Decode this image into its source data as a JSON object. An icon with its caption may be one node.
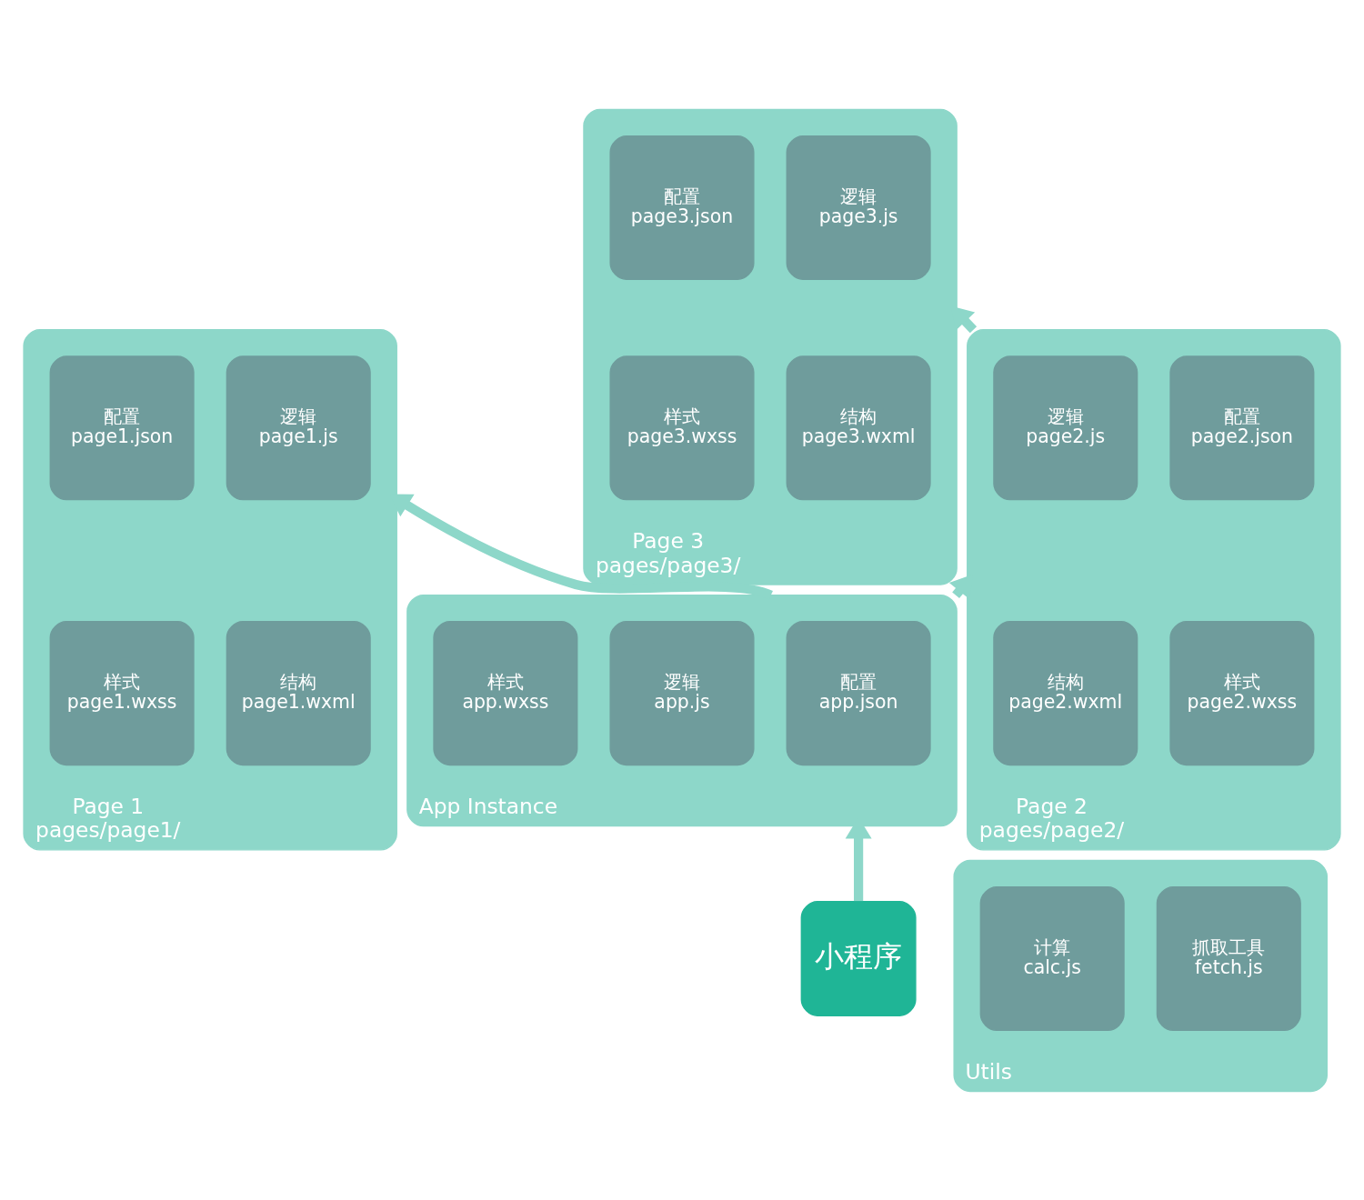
{
  "diagram": {
    "nodes": [
      {
        "text": [
          "Page 1",
          "pages/page1/"
        ]
      },
      {
        "text": [
          "逻辑",
          "page1.js"
        ],
        "in": 0
      },
      {
        "text": [
          "配置",
          "page1.json"
        ],
        "in": 0
      },
      {
        "text": [
          "结构",
          "page1.wxml"
        ],
        "in": 0
      },
      {
        "text": [
          "样式",
          "page1.wxss"
        ],
        "in": 0
      },
      {
        "text": [
          "Page 2",
          "pages/page2/"
        ]
      },
      {
        "text": [
          "逻辑",
          "page2.js"
        ],
        "in": 5
      },
      {
        "text": [
          "配置",
          "page2.json"
        ],
        "in": 5
      },
      {
        "text": [
          "结构",
          "page2.wxml"
        ],
        "in": 5
      },
      {
        "text": [
          "样式",
          "page2.wxss"
        ],
        "in": 5
      },
      {
        "text": [
          "Page 3",
          "pages/page3/"
        ]
      },
      {
        "text": [
          "逻辑",
          "page3.js"
        ],
        "in": 10
      },
      {
        "text": [
          "配置",
          "page3.json"
        ],
        "in": 10
      },
      {
        "text": [
          "结构",
          "page3.wxml"
        ],
        "in": 10
      },
      {
        "text": [
          "样式",
          "page3.wxss"
        ],
        "in": 10
      },
      {
        "text": [
          "App Instance"
        ]
      },
      {
        "text": [
          "配置",
          "app.json"
        ],
        "in": 15
      },
      {
        "text": [
          "逻辑",
          "app.js"
        ],
        "in": 15
      },
      {
        "text": [
          "样式",
          "app.wxss"
        ],
        "in": 15
      },
      {
        "text": [
          "Utils"
        ]
      },
      {
        "text": [
          "抓取工具",
          "fetch.js"
        ],
        "in": 19
      },
      {
        "text": [
          "计算",
          "calc.js"
        ],
        "in": 19
      },
      {
        "text": [
          "小程序"
        ]
      }
    ],
    "edges": [
      {
        "from": 15,
        "to": 0,
        "arrow": "to"
      },
      {
        "from": 15,
        "to": 5,
        "arrow": "to"
      },
      {
        "from": 5,
        "to": 10,
        "arrow": "to"
      },
      {
        "from": 22,
        "to": 15,
        "arrow": "to"
      }
    ]
  }
}
